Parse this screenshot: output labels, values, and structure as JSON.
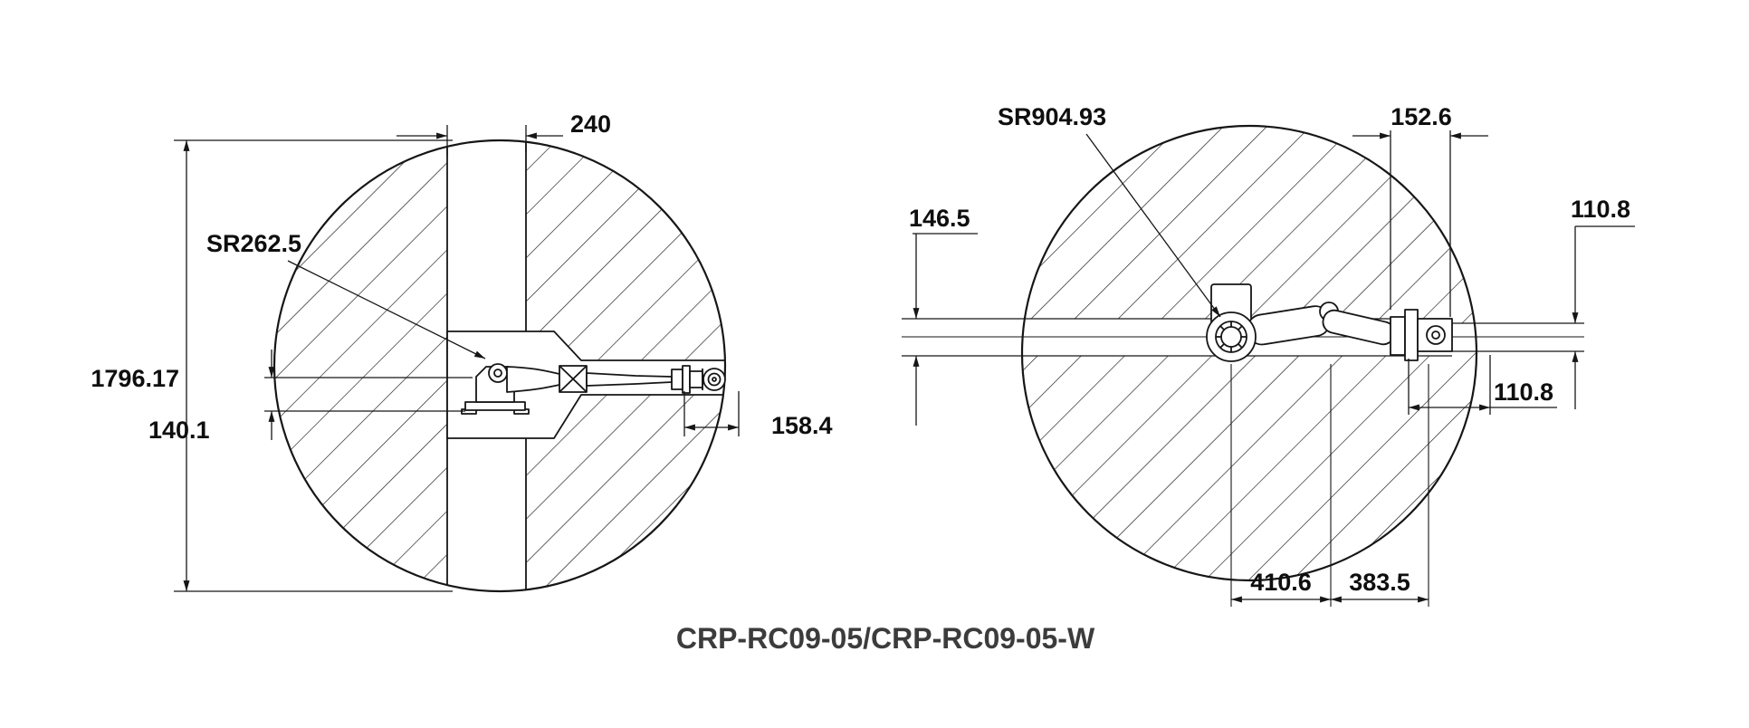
{
  "caption": "CRP-RC09-05/CRP-RC09-05-W",
  "colors": {
    "line": "#161616",
    "text": "#0f0f0f",
    "caption_text": "#3c3c3c",
    "background": "#ffffff"
  },
  "left_view": {
    "name": "working-envelope-side-view",
    "dims": {
      "band_width": "240",
      "sphere_radius": "SR262.5",
      "overall_height": "1796.17",
      "base_drop": "140.1",
      "wrist_reach": "158.4"
    }
  },
  "right_view": {
    "name": "working-envelope-top-view",
    "dims": {
      "sphere_radius": "SR904.93",
      "wrist_plate_width": "152.6",
      "slot_height_left": "146.5",
      "slot_height_right": "110.8",
      "wrist_offset": "110.8",
      "reach_inner": "410.6",
      "reach_outer": "383.5"
    }
  }
}
